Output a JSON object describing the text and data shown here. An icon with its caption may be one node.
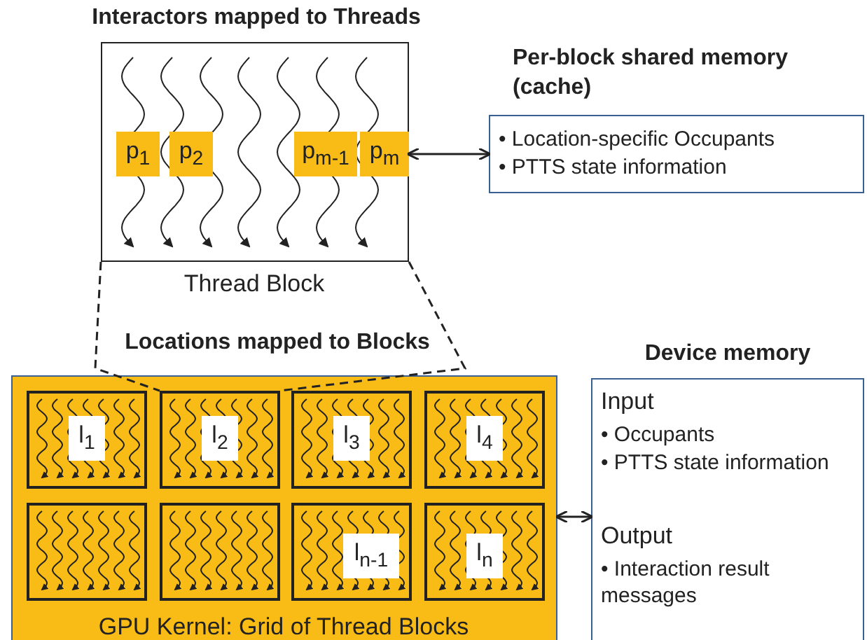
{
  "diagram": {
    "nodes": [
      {
        "text": [
          "Interactors mapped to Threads",
          "Thread Block"
        ]
      },
      {
        "text": [
          "p$_{1}$"
        ],
        "in": 0
      },
      {
        "text": [
          "p$_{2}$"
        ],
        "in": 0
      },
      {
        "text": [
          "p$_{m-1}$"
        ],
        "in": 0
      },
      {
        "text": [
          "p$_{m}$"
        ],
        "in": 0
      },
      {
        "text": [
          "Per-block shared memory (cache)",
          "• Location-specific Occupants",
          "• PTTS state information"
        ]
      },
      {
        "text": [
          "GPU Kernel: Grid of Thread Blocks"
        ]
      },
      {
        "text": [
          "l$_{1}$"
        ],
        "in": 6
      },
      {
        "text": [
          "l$_{2}$"
        ],
        "in": 6
      },
      {
        "text": [
          "l$_{3}$"
        ],
        "in": 6
      },
      {
        "text": [
          "l$_{4}$"
        ],
        "in": 6
      },
      {
        "text": [],
        "shape": "box",
        "in": 6
      },
      {
        "text": [],
        "shape": "box",
        "in": 6
      },
      {
        "text": [
          "l$_{n-1}$"
        ],
        "in": 6
      },
      {
        "text": [
          "l$_{n}$"
        ],
        "in": 6
      },
      {
        "text": [
          "Device memory",
          "Input",
          "• Occupants",
          "• PTTS state information",
          "Output",
          "• Interaction result messages"
        ]
      }
    ],
    "edges": [
      {
        "from": 0,
        "to": 5,
        "arrow": "both"
      },
      {
        "from": 0,
        "to": 8,
        "arrow": "none",
        "style": "dashed"
      },
      {
        "from": 0,
        "to": 8,
        "arrow": "none",
        "style": "dashed"
      },
      {
        "from": 6,
        "to": 15,
        "arrow": "both"
      }
    ],
    "labels": [
      "Locations mapped to Blocks"
    ]
  }
}
